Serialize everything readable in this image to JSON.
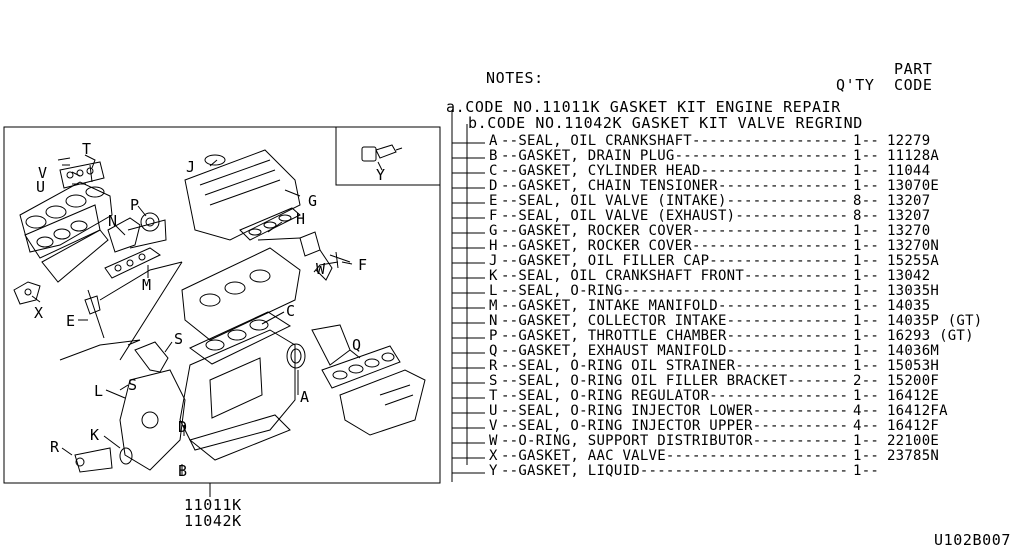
{
  "header": {
    "notes": "NOTES:",
    "part": "PART",
    "code": "CODE",
    "qty": "Q'TY"
  },
  "kits": {
    "a": "a.CODE NO.11011K GASKET KIT ENGINE REPAIR",
    "b": "b.CODE NO.11042K GASKET KIT VALVE REGRIND"
  },
  "parts": [
    {
      "letter": "A",
      "desc": "SEAL, OIL CRANKSHAFT",
      "qty": "1",
      "code": "12279"
    },
    {
      "letter": "B",
      "desc": "GASKET, DRAIN PLUG",
      "qty": "1",
      "code": "11128A"
    },
    {
      "letter": "C",
      "desc": "GASKET, CYLINDER HEAD",
      "qty": "1",
      "code": "11044"
    },
    {
      "letter": "D",
      "desc": "GASKET, CHAIN TENSIONER",
      "qty": "1",
      "code": "13070E"
    },
    {
      "letter": "E",
      "desc": "SEAL, OIL VALVE (INTAKE)",
      "qty": "8",
      "code": "13207"
    },
    {
      "letter": "F",
      "desc": "SEAL, OIL VALVE (EXHAUST)",
      "qty": "8",
      "code": "13207"
    },
    {
      "letter": "G",
      "desc": "GASKET, ROCKER COVER",
      "qty": "1",
      "code": "13270"
    },
    {
      "letter": "H",
      "desc": "GASKET, ROCKER COVER",
      "qty": "1",
      "code": "13270N"
    },
    {
      "letter": "J",
      "desc": "GASKET, OIL FILLER CAP",
      "qty": "1",
      "code": "15255A"
    },
    {
      "letter": "K",
      "desc": "SEAL, OIL CRANKSHAFT FRONT",
      "qty": "1",
      "code": "13042"
    },
    {
      "letter": "L",
      "desc": "SEAL, O-RING",
      "qty": "1",
      "code": "13035H"
    },
    {
      "letter": "M",
      "desc": "GASKET, INTAKE MANIFOLD",
      "qty": "1",
      "code": "14035"
    },
    {
      "letter": "N",
      "desc": "GASKET, COLLECTOR INTAKE",
      "qty": "1",
      "code": "14035P (GT)"
    },
    {
      "letter": "P",
      "desc": "GASKET, THROTTLE CHAMBER",
      "qty": "1",
      "code": "16293 (GT)"
    },
    {
      "letter": "Q",
      "desc": "GASKET, EXHAUST MANIFOLD",
      "qty": "1",
      "code": "14036M"
    },
    {
      "letter": "R",
      "desc": "SEAL, O-RING OIL STRAINER",
      "qty": "1",
      "code": "15053H"
    },
    {
      "letter": "S",
      "desc": "SEAL, O-RING OIL FILLER BRACKET",
      "qty": "2",
      "code": "15200F"
    },
    {
      "letter": "T",
      "desc": "SEAL, O-RING REGULATOR",
      "qty": "1",
      "code": "16412E"
    },
    {
      "letter": "U",
      "desc": "SEAL, O-RING INJECTOR LOWER",
      "qty": "4",
      "code": "16412FA"
    },
    {
      "letter": "V",
      "desc": "SEAL, O-RING INJECTOR UPPER",
      "qty": "4",
      "code": "16412F"
    },
    {
      "letter": "W",
      "desc": "O-RING, SUPPORT DISTRIBUTOR",
      "qty": "1",
      "code": "22100E"
    },
    {
      "letter": "X",
      "desc": "GASKET, AAC VALVE",
      "qty": "1",
      "code": "23785N"
    },
    {
      "letter": "Y",
      "desc": "GASKET, LIQUID",
      "qty": "1",
      "code": ""
    }
  ],
  "figure_labels": {
    "kit_code_1": "11011K",
    "kit_code_2": "11042K",
    "inset_y": "Y",
    "callouts": [
      "T",
      "V",
      "U",
      "P",
      "N",
      "M",
      "X",
      "E",
      "J",
      "G",
      "H",
      "W",
      "F",
      "C",
      "S",
      "L",
      "S",
      "Q",
      "A",
      "K",
      "D",
      "R",
      "B"
    ]
  },
  "diagram_id": "U102B007"
}
